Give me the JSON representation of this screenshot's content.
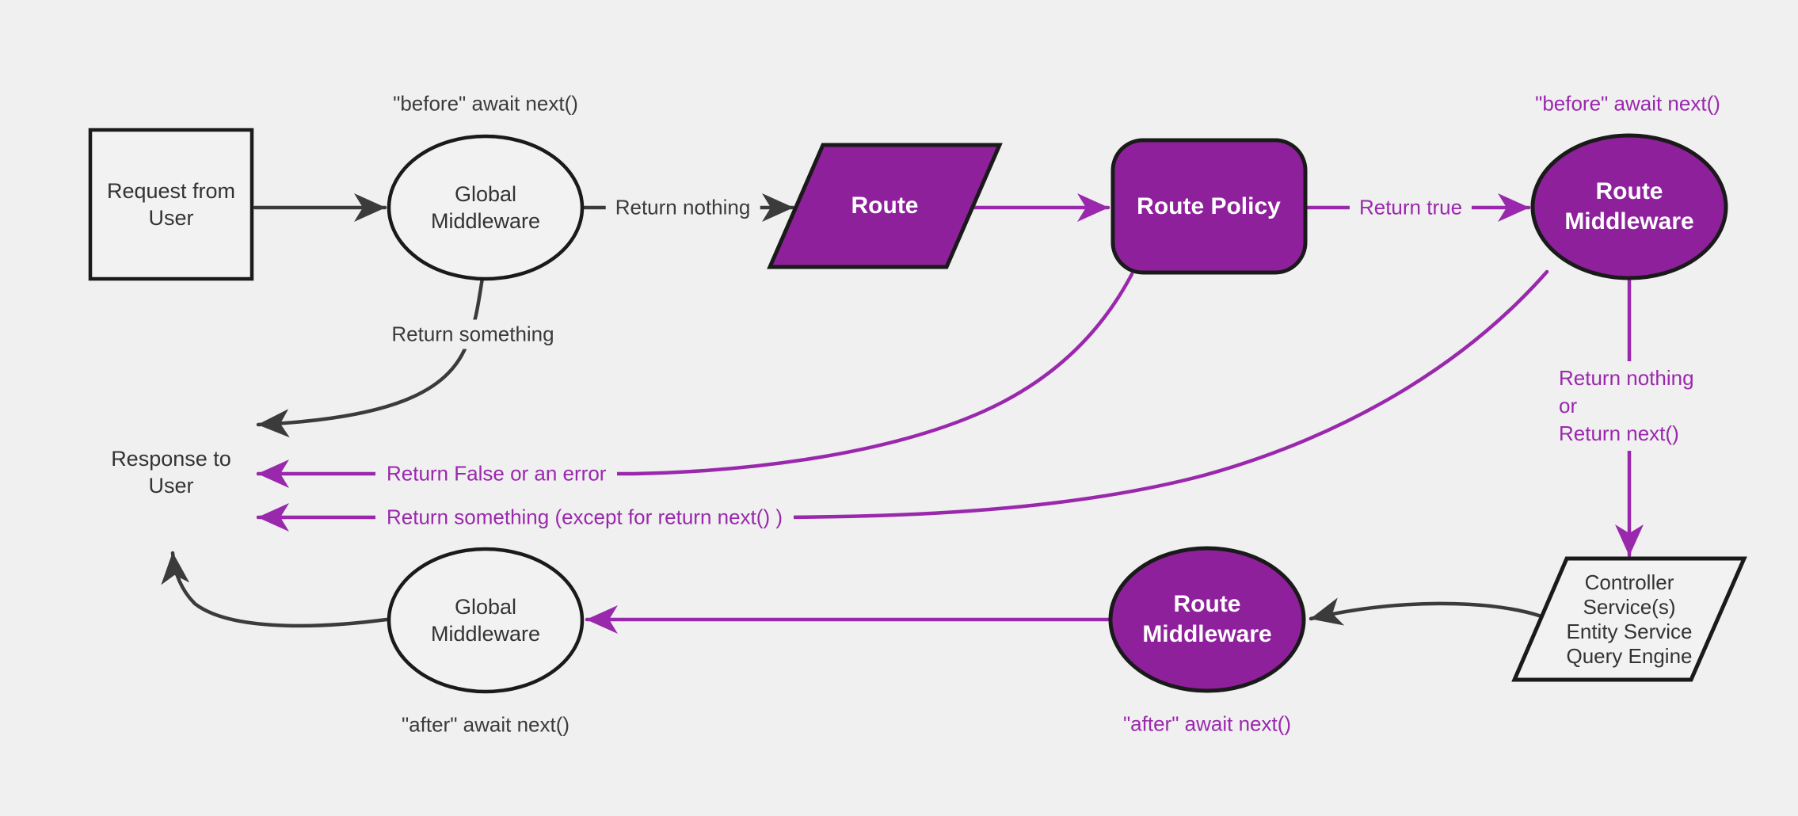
{
  "diagram": {
    "description": "Middleware request/response flowchart",
    "colors": {
      "background": "#f0f0f0",
      "node_fill_light": "#f2f2f2",
      "node_fill_purple": "#8e219b",
      "purple_accent": "#9a28ad",
      "node_stroke": "#1a1a1a",
      "arrow_dark": "#3b3b3b",
      "dark_text": "#3b3b3b",
      "white_text": "#ffffff"
    },
    "nodes": {
      "request": {
        "label": "Request from User",
        "shape": "rectangle"
      },
      "global_middleware_top": {
        "label": "Global Middleware",
        "shape": "ellipse"
      },
      "route": {
        "label": "Route",
        "shape": "parallelogram"
      },
      "route_policy": {
        "label": "Route Policy",
        "shape": "rounded-rectangle"
      },
      "route_middleware_top": {
        "label": "Route Middleware",
        "shape": "ellipse"
      },
      "controller": {
        "label": "Controller\nService(s)\nEntity Service\nQuery Engine",
        "shape": "parallelogram"
      },
      "route_middleware_bottom": {
        "label": "Route Middleware",
        "shape": "ellipse"
      },
      "global_middleware_bottom": {
        "label": "Global Middleware",
        "shape": "ellipse"
      },
      "response": {
        "label": "Response to User",
        "shape": "rectangle"
      }
    },
    "edge_labels": {
      "before_await_next_top": "\"before\" await next()",
      "before_await_next_right": "\"before\" await next()",
      "return_nothing": "Return nothing",
      "return_true": "Return true",
      "return_something": "Return something",
      "return_false_or_error": "Return False or an error",
      "return_something_except": "Return something (except for return next() )",
      "return_nothing_or_next": "Return nothing\nor\nReturn next()",
      "after_await_next_bottom_purple": "\"after\" await next()",
      "after_await_next_bottom_black": "\"after\" await next()"
    }
  }
}
